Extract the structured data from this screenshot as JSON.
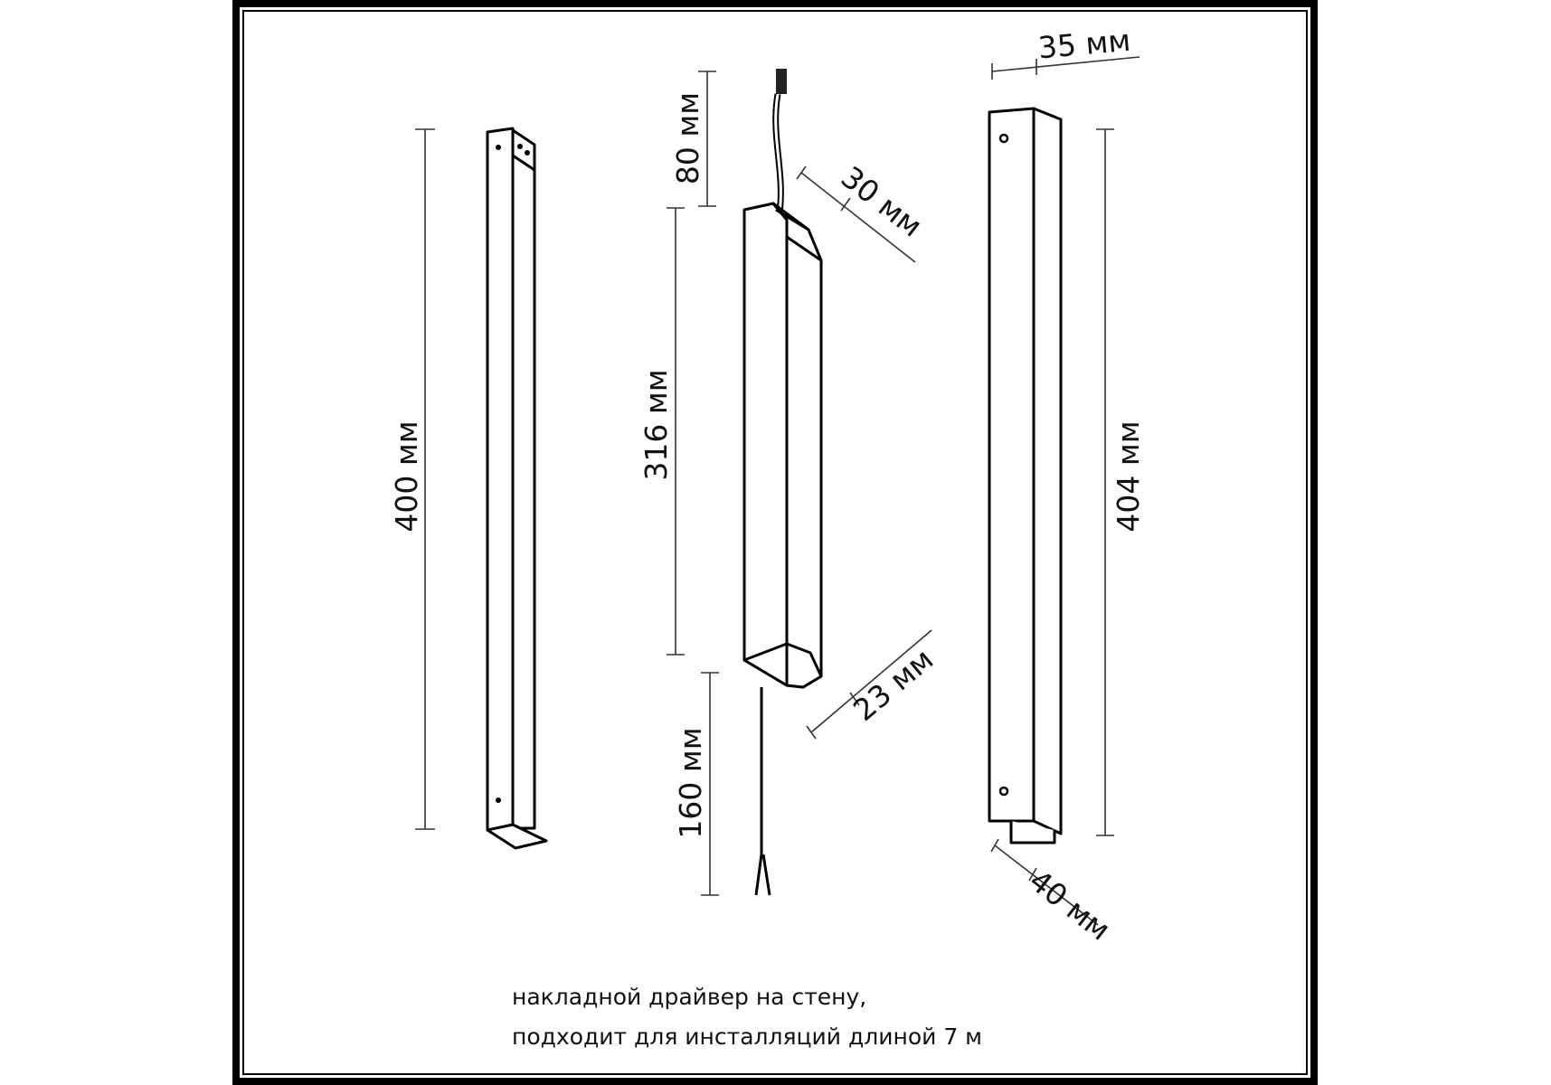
{
  "dimensions": {
    "left_height": "400 мм",
    "driver_cable_top": "80 мм",
    "driver_body": "316 мм",
    "driver_cable_bottom": "160 мм",
    "driver_depth": "30 мм",
    "driver_width": "23 мм",
    "right_width": "35 мм",
    "right_height": "404 мм",
    "right_bracket": "40 мм"
  },
  "caption": {
    "line1": "накладной драйвер на стену,",
    "line2": "подходит для инсталляций длиной 7 м"
  }
}
